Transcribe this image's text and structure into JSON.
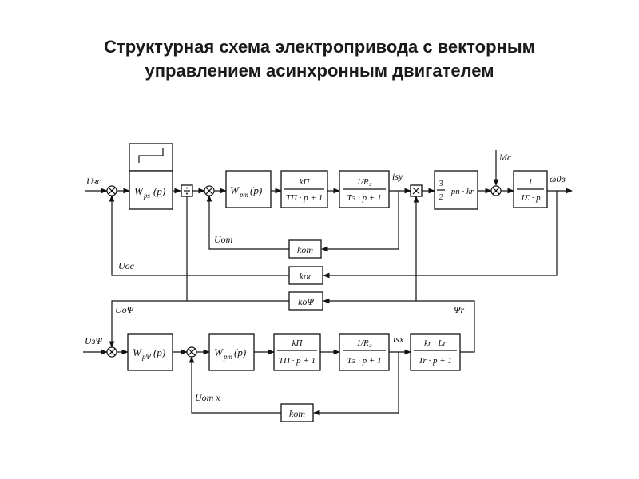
{
  "title": {
    "line1": "Структурная схема электропривода с векторным",
    "line2": "управлением асинхронным двигателем"
  },
  "blocks": {
    "wrs": "W",
    "wrs_sub": "рs",
    "wrs_arg": "(p)",
    "wrt": "W",
    "wrt_sub": "рт",
    "wrt_arg": "(p)",
    "kp1_num": "kП",
    "kp1_den": "TП · p + 1",
    "r1_num": "1/R₂",
    "r1_den": "Tэ · p + 1",
    "mult_num": "3",
    "mult_den": "2",
    "mult_body": "pп · kr",
    "mech_num": "1",
    "mech_den": "JΣ · p",
    "kot": "kот",
    "koc": "kос",
    "kopsi": "kоΨ",
    "wrpsi": "W",
    "wrpsi_sub": "рΨ",
    "wrpsi_arg": "(p)",
    "wrt2": "W",
    "wrt2_sub": "рт",
    "wrt2_arg": "(p)",
    "kp2_num": "kП",
    "kp2_den": "TП · p + 1",
    "r2_num": "1/R₂",
    "r2_den": "Tэ · p + 1",
    "kr_num": "kr · Lr",
    "kr_den": "Tr · p + 1",
    "kot2": "kот"
  },
  "signals": {
    "u_zs": "Uзс",
    "u_os": "Uос",
    "u_ot": "Uот",
    "mc": "Mc",
    "omega": "ω0в",
    "i_sy": "isy",
    "i_sx": "isx",
    "u_zpsi": "UзΨ",
    "u_opsi": "UоΨ",
    "psi_r": "Ψr",
    "u_otx": "Uот x"
  }
}
